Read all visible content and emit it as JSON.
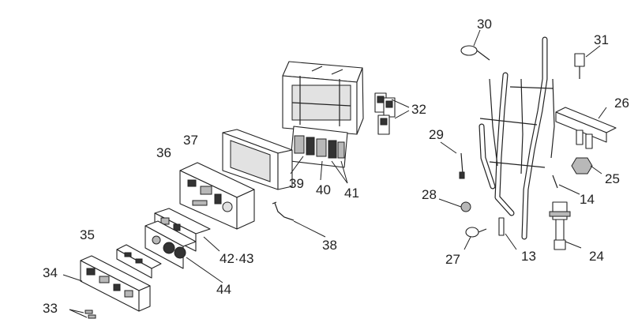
{
  "diagram": {
    "callouts": [
      {
        "id": "c30",
        "text": "30"
      },
      {
        "id": "c31",
        "text": "31"
      },
      {
        "id": "c32",
        "text": "32"
      },
      {
        "id": "c26",
        "text": "26"
      },
      {
        "id": "c37",
        "text": "37"
      },
      {
        "id": "c36",
        "text": "36"
      },
      {
        "id": "c29",
        "text": "29"
      },
      {
        "id": "c25",
        "text": "25"
      },
      {
        "id": "c39",
        "text": "39"
      },
      {
        "id": "c40",
        "text": "40"
      },
      {
        "id": "c41",
        "text": "41"
      },
      {
        "id": "c14",
        "text": "14"
      },
      {
        "id": "c28",
        "text": "28"
      },
      {
        "id": "c35",
        "text": "35"
      },
      {
        "id": "c38",
        "text": "38"
      },
      {
        "id": "c4243",
        "text": "42·43"
      },
      {
        "id": "c34",
        "text": "34"
      },
      {
        "id": "c44",
        "text": "44"
      },
      {
        "id": "c13",
        "text": "13"
      },
      {
        "id": "c24",
        "text": "24"
      },
      {
        "id": "c27",
        "text": "27"
      },
      {
        "id": "c33",
        "text": "33"
      }
    ]
  }
}
